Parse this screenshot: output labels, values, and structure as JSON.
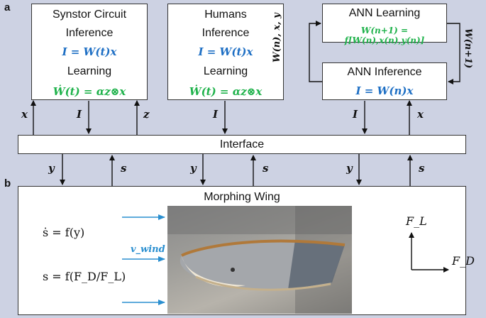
{
  "panels": {
    "a": "a",
    "b": "b"
  },
  "synstor": {
    "title": "Synstor Circuit",
    "inference_label": "Inference",
    "inference_eq": "I = W(t)x",
    "learning_label": "Learning",
    "learning_eq": "Ẇ(t) = αz⊗x"
  },
  "humans": {
    "title": "Humans",
    "inference_label": "Inference",
    "inference_eq": "I = W(t)x",
    "learning_label": "Learning",
    "learning_eq": "Ẇ(t) = αz⊗x"
  },
  "ann_learning": {
    "title": "ANN Learning",
    "eq": "W(n+1) = f[W(n),x(n),y(n)]"
  },
  "ann_inference": {
    "title": "ANN Inference",
    "eq": "I = W(n)x"
  },
  "loop_labels": {
    "left": "W(n), x, y",
    "right": "W(n+1)"
  },
  "interface": {
    "label": "Interface"
  },
  "signals": {
    "x": "x",
    "I": "I",
    "z": "z",
    "y": "y",
    "s": "s"
  },
  "wing": {
    "title": "Morphing Wing",
    "eq1": "ṡ = f(y)",
    "eq2": "s = f(F_D/F_L)",
    "wind_label": "v_wind",
    "force_lift": "F_L",
    "force_drag": "F_D"
  },
  "colors": {
    "background": "#cdd2e3",
    "blue": "#1e6fc4",
    "green": "#1fb24b",
    "arrow_blue": "#2a8fd0"
  }
}
